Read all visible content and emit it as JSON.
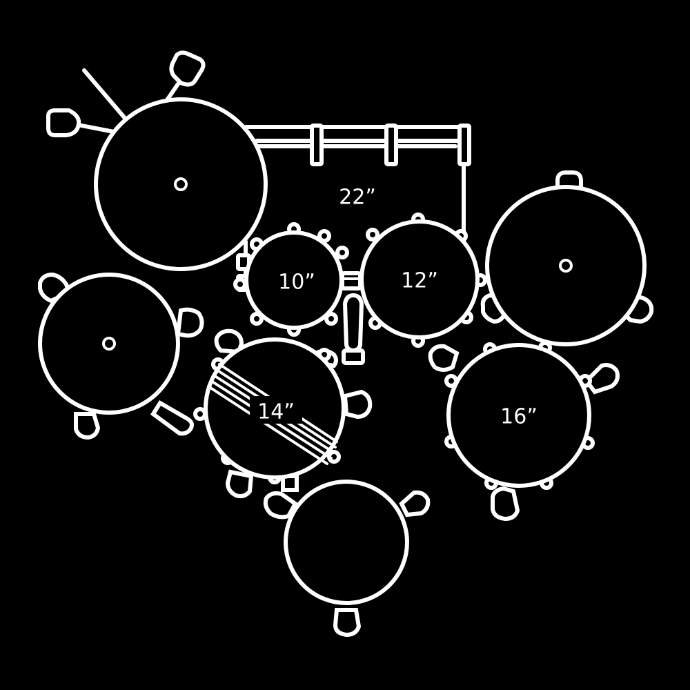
{
  "colors": {
    "background": "#000000",
    "line": "#ffffff"
  },
  "labels": {
    "bass_drum": "22”",
    "rack_tom_1": "10”",
    "rack_tom_2": "12”",
    "snare": "14”",
    "floor_tom": "16”"
  }
}
